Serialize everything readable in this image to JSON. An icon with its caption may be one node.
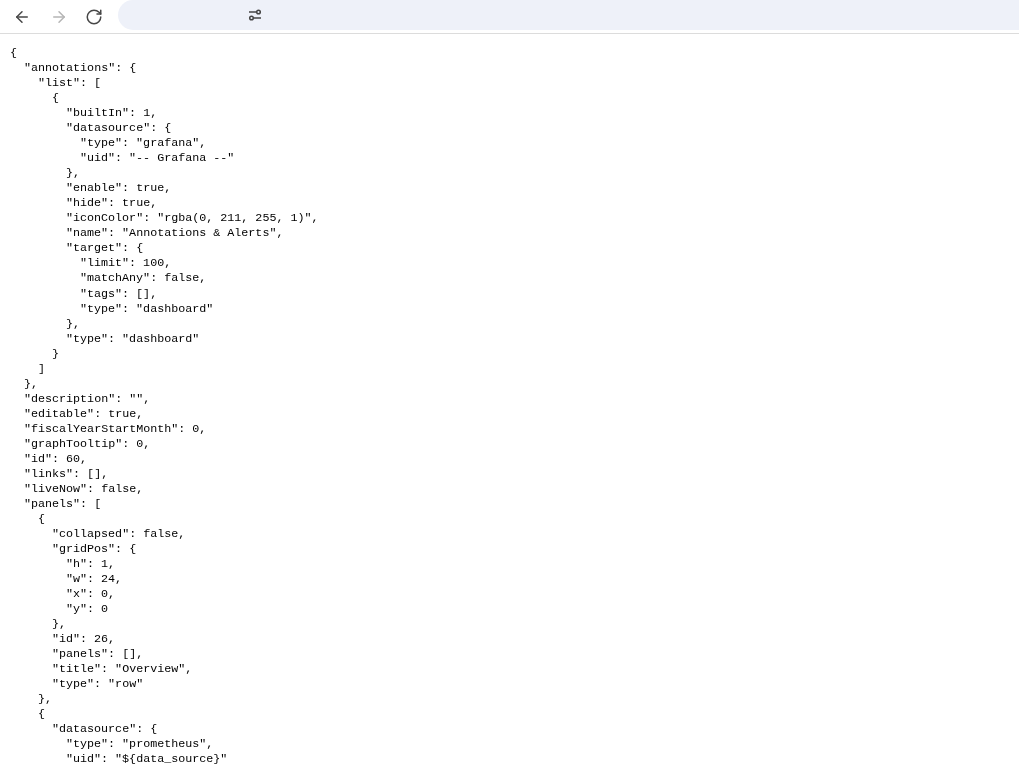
{
  "diagram": {
    "labels": [
      "{",
      "\"annotations\": {",
      "\"list\": [",
      "{",
      "\"builtIn\": 1,",
      "\"datasource\": {",
      "\"type\": \"grafana\",",
      "\"uid\": \"-- Grafana --\"",
      "},",
      "\"enable\": true,",
      "\"hide\": true,",
      "\"iconColor\": \"rgba(0, 211, 255, 1)\",",
      "\"name\": \"Annotations & Alerts\",",
      "\"target\": {",
      "\"limit\": 100,",
      "\"matchAny\": false,",
      "\"tags\": [],",
      "\"type\": \"dashboard\"",
      "},",
      "\"type\": \"dashboard\"",
      "}",
      "]",
      "},",
      "\"description\": \"\",",
      "\"editable\": true,",
      "\"fiscalYearStartMonth\": 0,",
      "\"graphTooltip\": 0,",
      "\"id\": 60,",
      "\"links\": [],",
      "\"liveNow\": false,",
      "\"panels\": [",
      "{",
      "\"collapsed\": false,",
      "\"gridPos\": {",
      "\"h\": 1,",
      "\"w\": 24,",
      "\"x\": 0,",
      "\"y\": 0",
      "},",
      "\"id\": 26,",
      "\"panels\": [],",
      "\"title\": \"Overview\",",
      "\"type\": \"row\"",
      "},",
      "{",
      "\"datasource\": {",
      "\"type\": \"prometheus\",",
      "\"uid\": \"${data_source}\""
    ]
  }
}
